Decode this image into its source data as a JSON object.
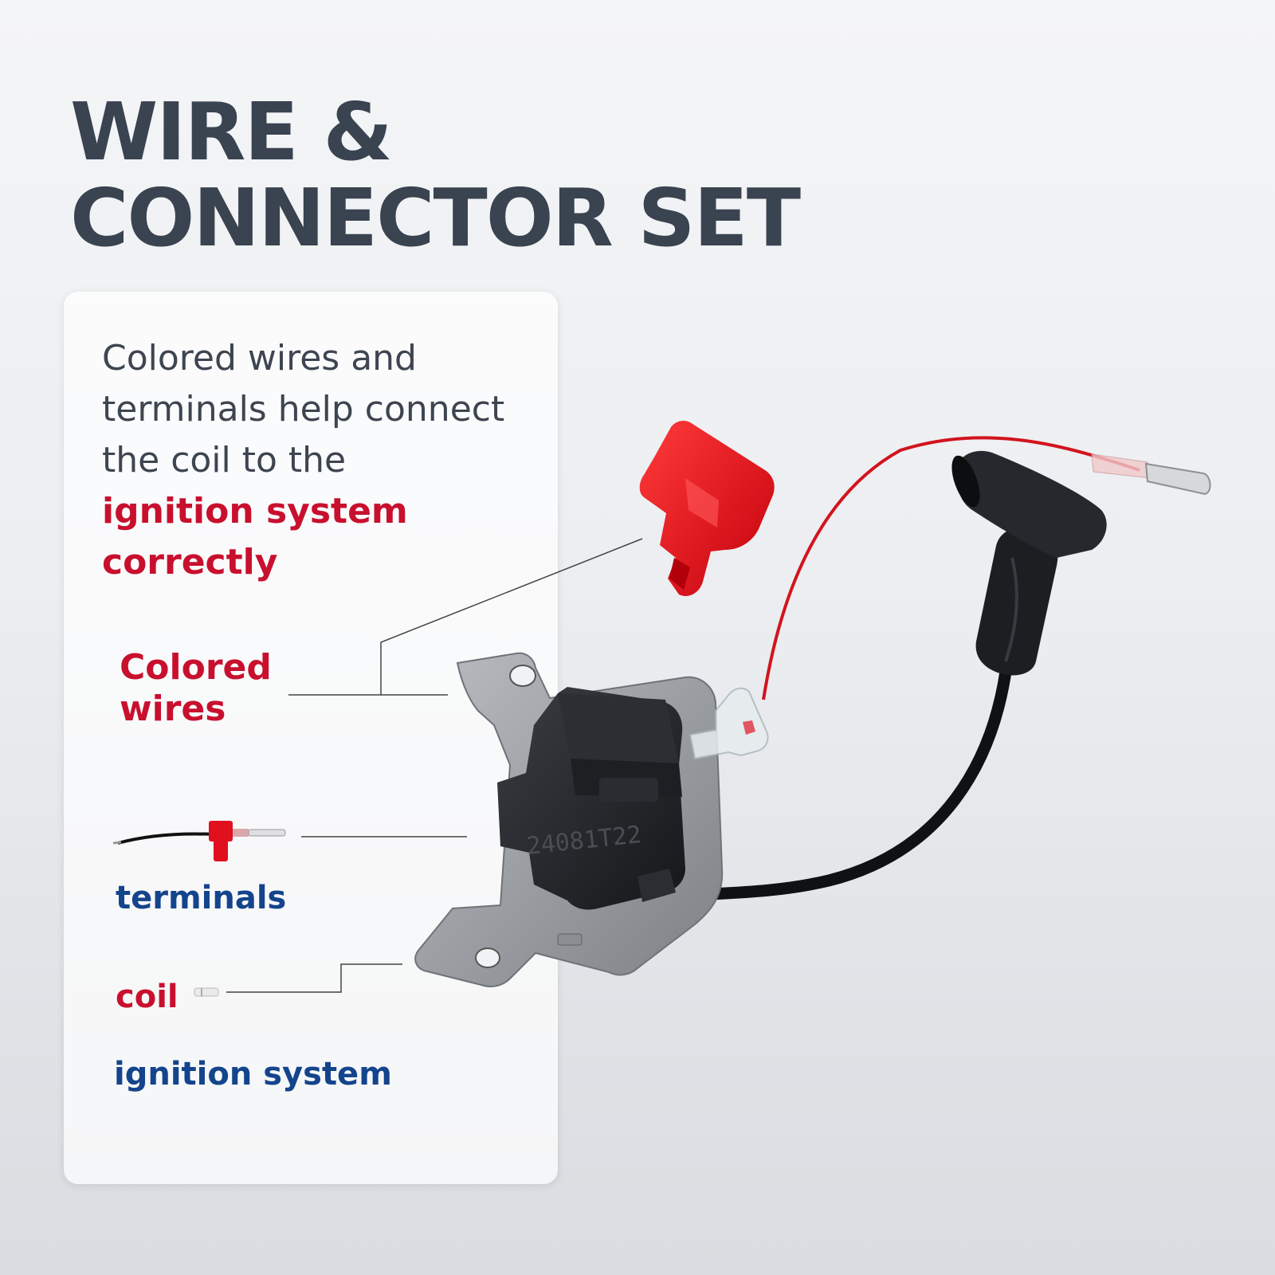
{
  "title": {
    "line1": "WIRE &",
    "line2": "CONNECTOR SET"
  },
  "description": {
    "line1": "Colored wires and",
    "line2": "terminals help connect",
    "line3": "the coil to the",
    "highlight_line1": "ignition system",
    "highlight_line2": "correctly"
  },
  "labels": {
    "colored_line1": "Colored",
    "colored_line2": "wires",
    "terminals": "terminals",
    "coil": "coil",
    "ignition_system": "ignition system"
  },
  "coil_marking": "24081T22",
  "colors": {
    "title": "#3a4350",
    "accent_red": "#c8102e",
    "accent_blue": "#14448c",
    "text": "#3d4550"
  },
  "icons": [
    "terminal-wire-icon",
    "small-terminal-icon"
  ]
}
